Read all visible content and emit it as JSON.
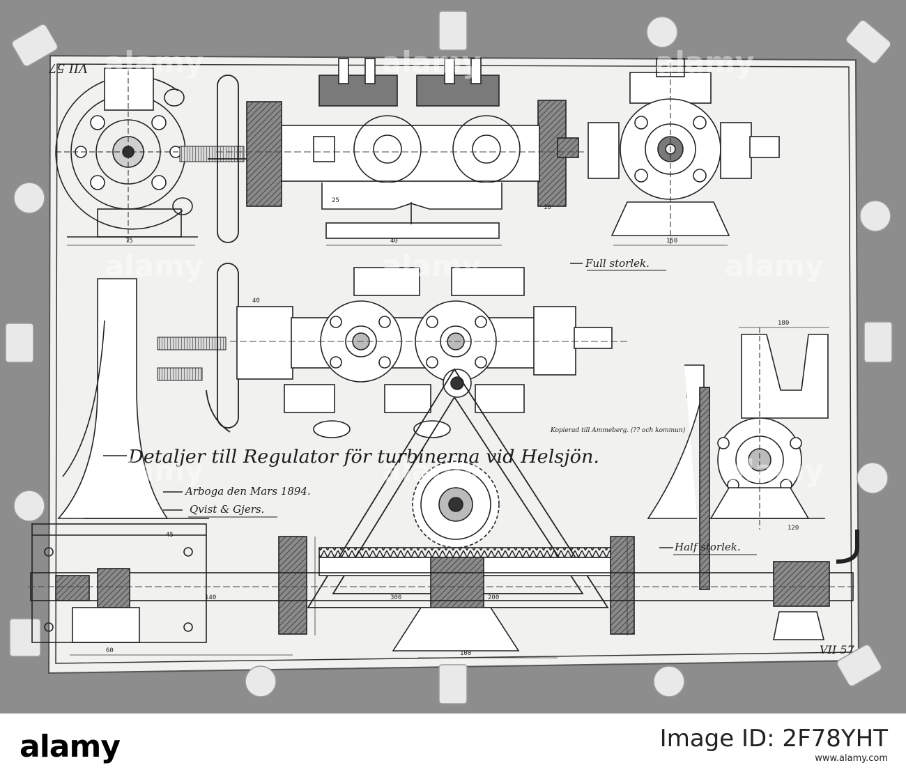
{
  "sheet": {
    "title": "Detaljer till Regulator för turbinerna vid Helsjön.",
    "place_date": "Arboga den Mars 1894.",
    "maker": "Qvist & Gjers.",
    "scale_full": "Full storlek.",
    "scale_half": "Half storlek.",
    "note": "Kopierad till Ammeberg. (?? och kommun)",
    "sheet_no_top": "VII 57",
    "sheet_no_bottom": "VII 57"
  },
  "watermark": {
    "brand": "alamy",
    "id_label": "Image ID: 2F78YHT",
    "site": "www.alamy.com"
  },
  "dimensions": [
    "75",
    "40",
    "150",
    "45",
    "100",
    "60",
    "180",
    "200",
    "300",
    "40",
    "18",
    "25",
    "140",
    "120"
  ],
  "colors": {
    "paper": "#f2f2f0",
    "ink": "#202020",
    "section_fill": "#7a7a7a",
    "background": "#8d8d8d"
  }
}
